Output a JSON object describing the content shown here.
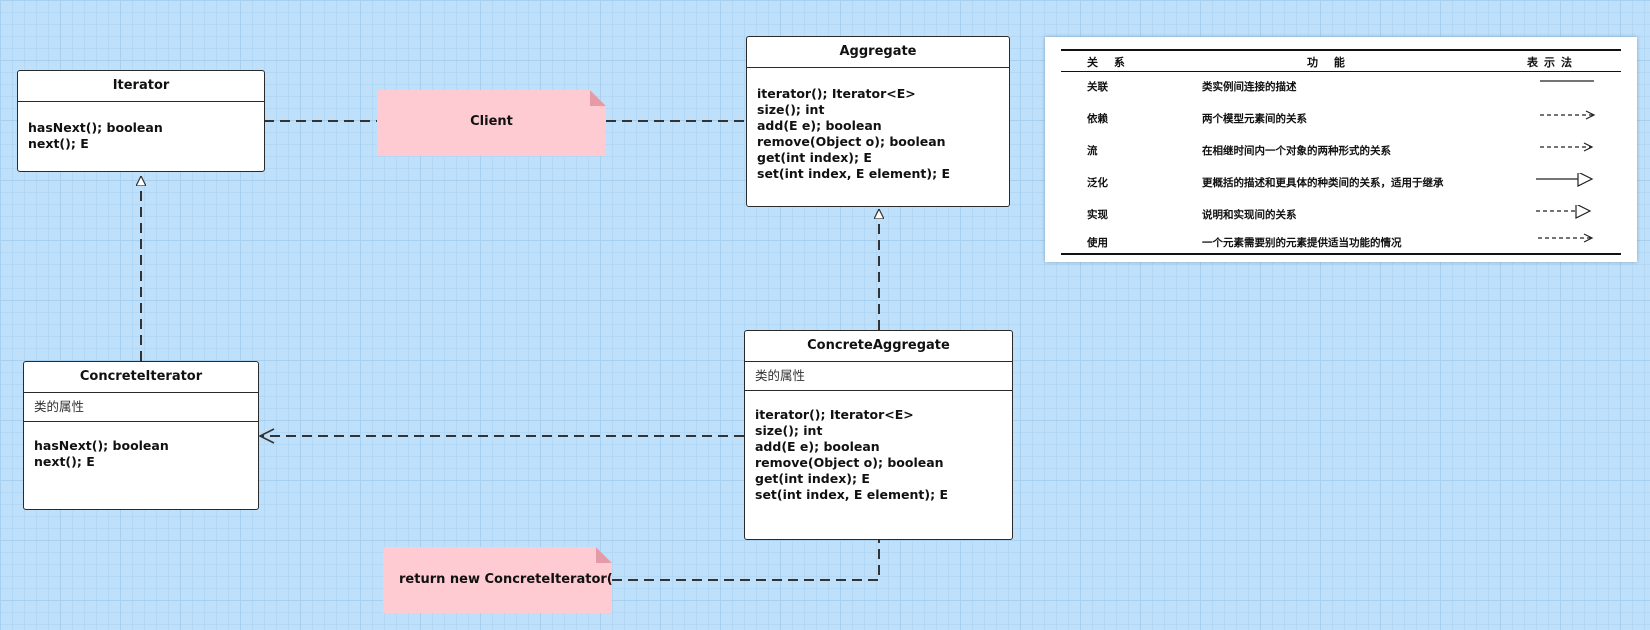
{
  "classes": {
    "iterator": {
      "name": "Iterator",
      "methods": [
        "hasNext(); boolean",
        "next(); E"
      ]
    },
    "aggregate": {
      "name": "Aggregate",
      "methods": [
        "iterator(); Iterator<E>",
        "size(); int",
        "add(E e); boolean",
        "remove(Object o); boolean",
        "get(int index); E",
        "set(int index, E element); E"
      ]
    },
    "concrete_iterator": {
      "name": "ConcreteIterator",
      "attributes": "类的属性",
      "methods": [
        "hasNext(); boolean",
        "next(); E"
      ]
    },
    "concrete_aggregate": {
      "name": "ConcreteAggregate",
      "attributes": "类的属性",
      "methods": [
        "iterator(); Iterator<E>",
        "size(); int",
        "add(E e); boolean",
        "remove(Object o); boolean",
        "get(int index); E",
        "set(int index, E element); E"
      ]
    }
  },
  "notes": {
    "client": "Client",
    "return_note": "return new ConcreteIterator();"
  },
  "legend": {
    "headers": {
      "relation": "关 系",
      "function": "功 能",
      "notation": "表示法"
    },
    "rows": [
      {
        "relation": "关联",
        "function": "类实例间连接的描述",
        "notation": "solid-line"
      },
      {
        "relation": "依赖",
        "function": "两个模型元素间的关系",
        "notation": "dashed-open-arrow"
      },
      {
        "relation": "流",
        "function": "在相继时间内一个对象的两种形式的关系",
        "notation": "dashed-open-arrow"
      },
      {
        "relation": "泛化",
        "function": "更概括的描述和更具体的种类间的关系，适用于继承",
        "notation": "solid-hollow-triangle"
      },
      {
        "relation": "实现",
        "function": "说明和实现间的关系",
        "notation": "dashed-hollow-triangle"
      },
      {
        "relation": "使用",
        "function": "一个元素需要别的元素提供适当功能的情况",
        "notation": "dashed-open-arrow"
      }
    ]
  }
}
